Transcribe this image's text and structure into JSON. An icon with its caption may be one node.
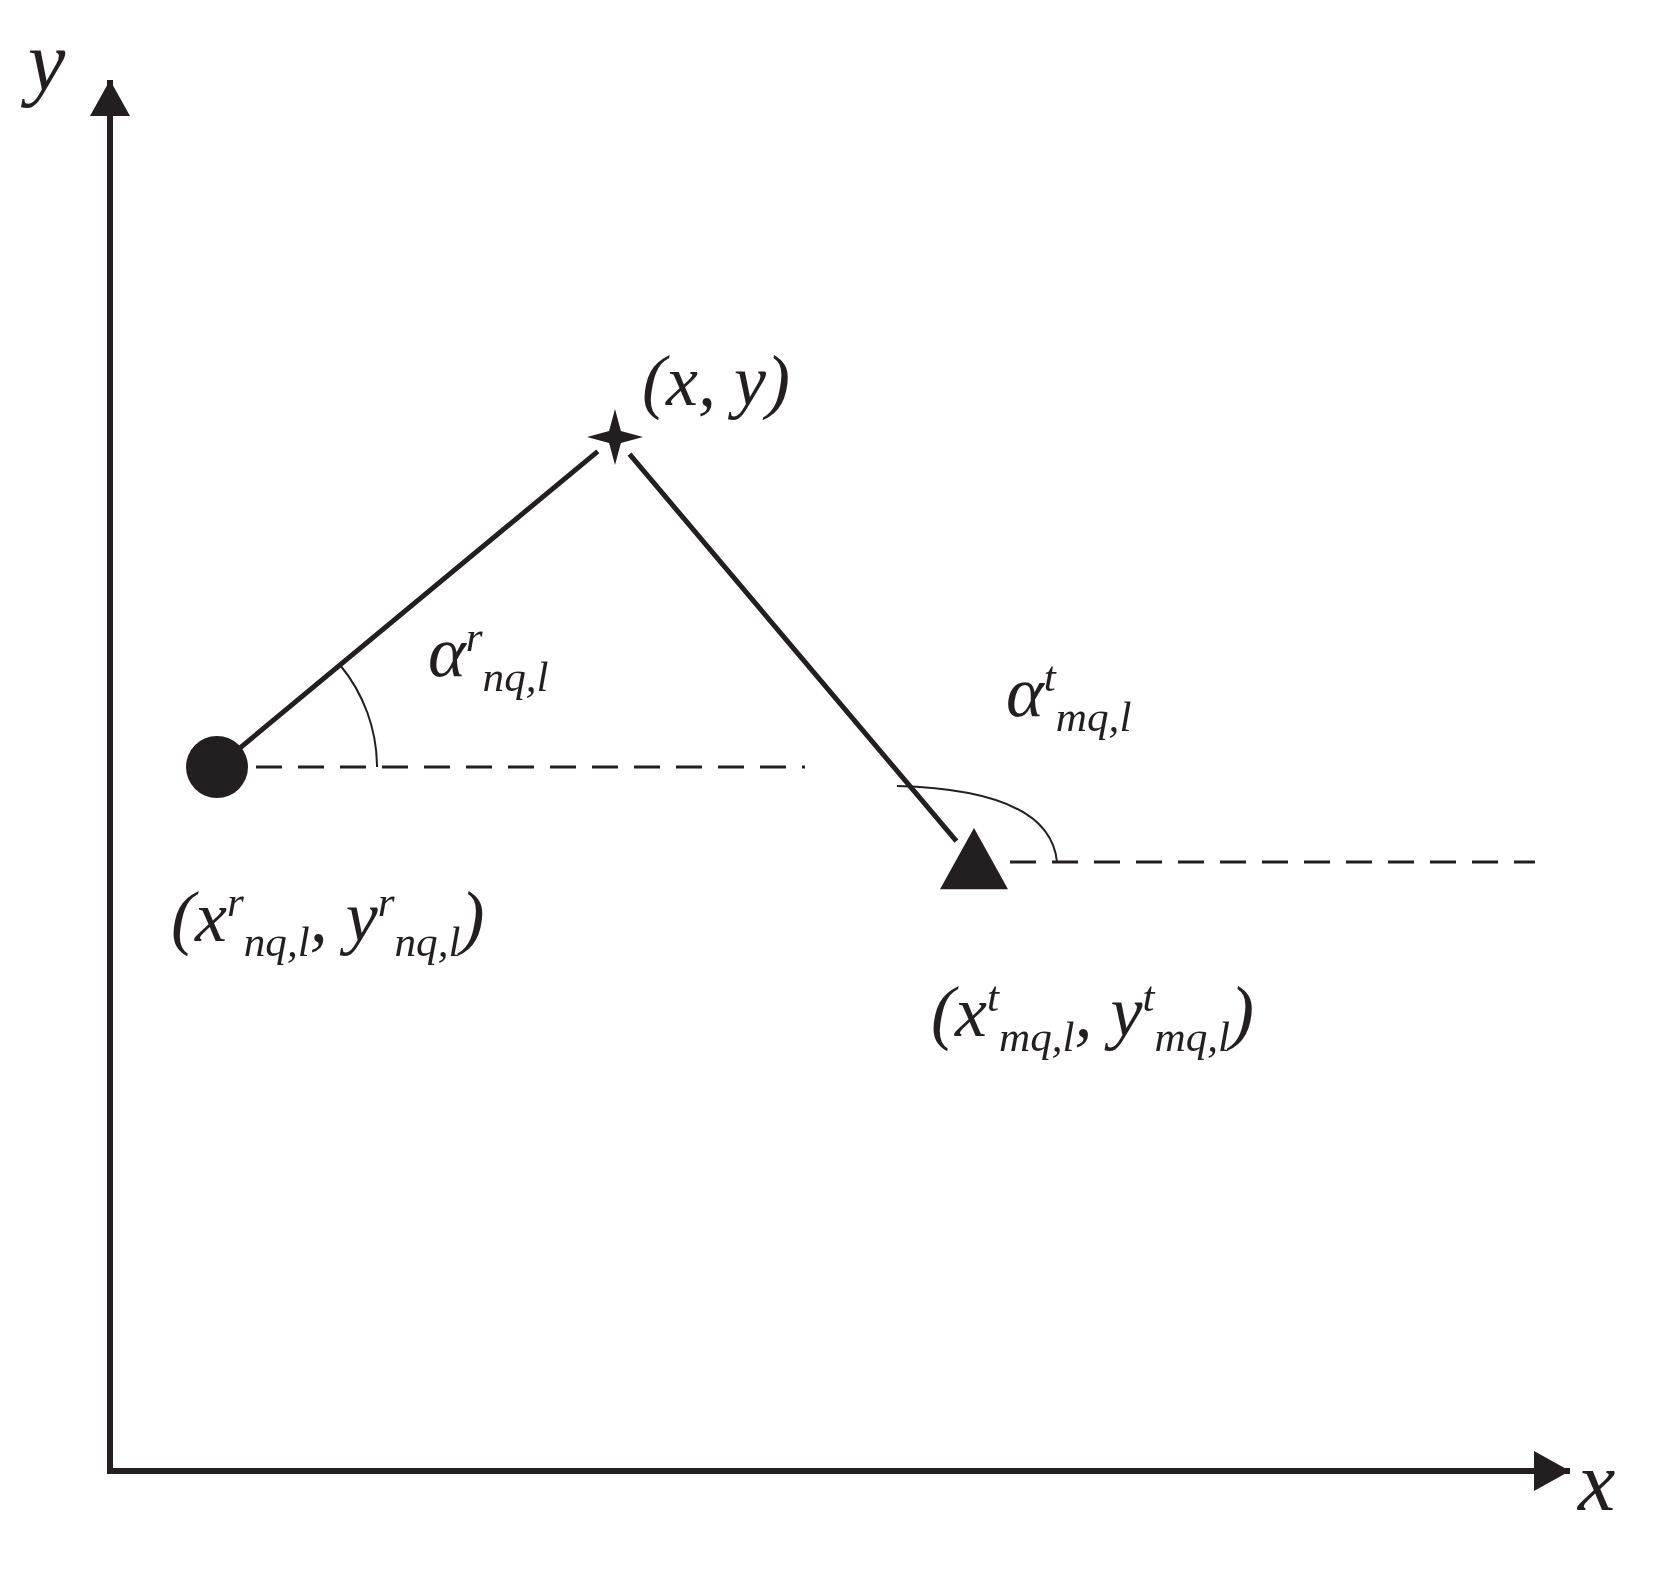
{
  "diagram": {
    "nodes": [
      {
        "text": [],
        "shape": "circle",
        "beside": [
          "(x$^{r}$$_{n}$$_{q,l}$, y$^{r}$$_{n}$$_{q,l}$)"
        ]
      },
      {
        "text": [],
        "shape": "star",
        "beside": [
          "(x, y)"
        ]
      },
      {
        "text": [],
        "shape": "triangle",
        "beside": [
          "(x$^{t}$$_{m}$$_{q,l}$, y$^{t}$$_{m}$$_{q,l}$)"
        ]
      }
    ],
    "edges": [
      {
        "from": 0,
        "to": 1,
        "arrow": "none"
      },
      {
        "from": 1,
        "to": 2,
        "arrow": "none"
      }
    ],
    "labels": [
      "y",
      "α$^{r}$$_{n}$$_{q,l}$",
      "α$^{t}$$_{m}$$_{q,l}$",
      "x"
    ]
  }
}
